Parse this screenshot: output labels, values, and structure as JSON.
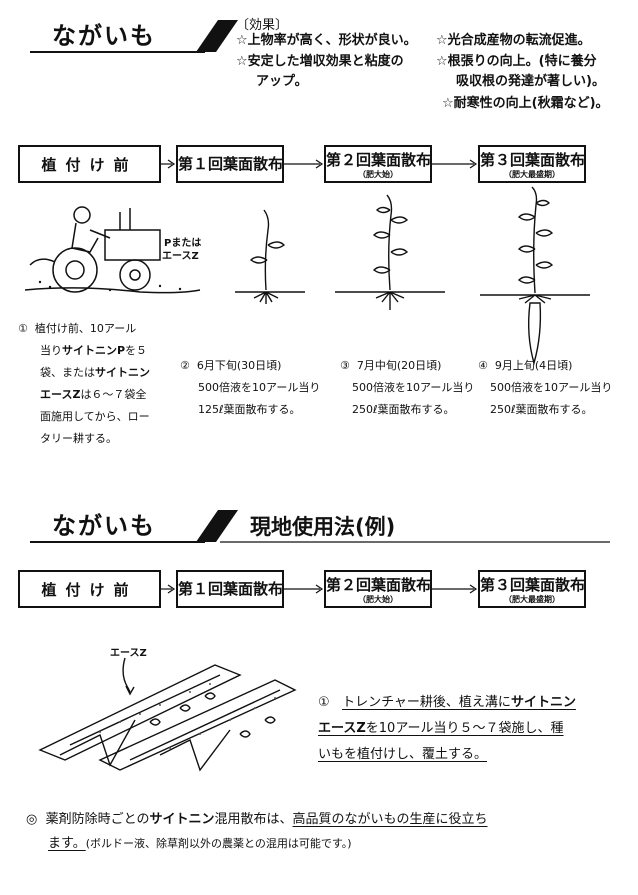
{
  "header1": {
    "title": "ながいも",
    "effects_label": "〔効果〕",
    "effects": [
      "☆上物率が高く、形状が良い。",
      "☆光合成産物の転流促進。",
      "☆安定した増収効果と粘度の",
      "アップ。",
      "☆根張りの向上。(特に養分",
      "吸収根の発達が著しい)。",
      "☆耐寒性の向上(秋霜など)。"
    ]
  },
  "flow": {
    "steps": [
      {
        "label": "植付け前",
        "sub": ""
      },
      {
        "label": "第１回葉面散布",
        "sub": ""
      },
      {
        "label": "第２回葉面散布",
        "sub": "（肥大始）"
      },
      {
        "label": "第３回葉面散布",
        "sub": "（肥大最盛期）"
      }
    ]
  },
  "illustration": {
    "tractor_label_line1": "Pまたは",
    "tractor_label_line2": "エースZ"
  },
  "notes": {
    "n1": {
      "marker": "①",
      "lines": [
        [
          "植付け前、10アール",
          ""
        ],
        [
          "当り",
          "サイトニンP",
          "を５"
        ],
        [
          "袋、または",
          "サイトニン"
        ],
        [
          "エースZ",
          "は６～７袋全"
        ],
        [
          "面施用してから、ロー"
        ],
        [
          "タリー耕する。"
        ]
      ]
    },
    "n2": {
      "marker": "②",
      "lines": [
        "6月下旬(30日頃)",
        "500倍液を10アール当り",
        "125ℓ葉面散布する。"
      ]
    },
    "n3": {
      "marker": "③",
      "lines": [
        "7月中旬(20日頃)",
        "500倍液を10アール当り",
        "250ℓ葉面散布する。"
      ]
    },
    "n4": {
      "marker": "④",
      "lines": [
        "9月上旬(4日頃)",
        "500倍液を10アール当り",
        "250ℓ葉面散布する。"
      ]
    }
  },
  "header2": {
    "title": "ながいも",
    "subtitle": "現地使用法(例)"
  },
  "field": {
    "label": "エースZ",
    "note_marker": "①",
    "note_line1_a": "トレンチャー耕後、植え溝に",
    "note_line1_b": "サイトニン",
    "note_line2_a": "エースZ",
    "note_line2_b": "を10アール当り５～７袋施し、種",
    "note_line3": "いもを植付けし、覆土する。"
  },
  "bottom": {
    "marker": "◎",
    "line1_a": "薬剤防除時ごとの",
    "line1_b": "サイトニン",
    "line1_c": "混用散布は、",
    "line1_d": "高品質のながいもの生産に役立ち",
    "line2_a": "ます。",
    "line2_b": "(ボルドー液、除草剤以外の農薬との混用は可能です。)"
  }
}
